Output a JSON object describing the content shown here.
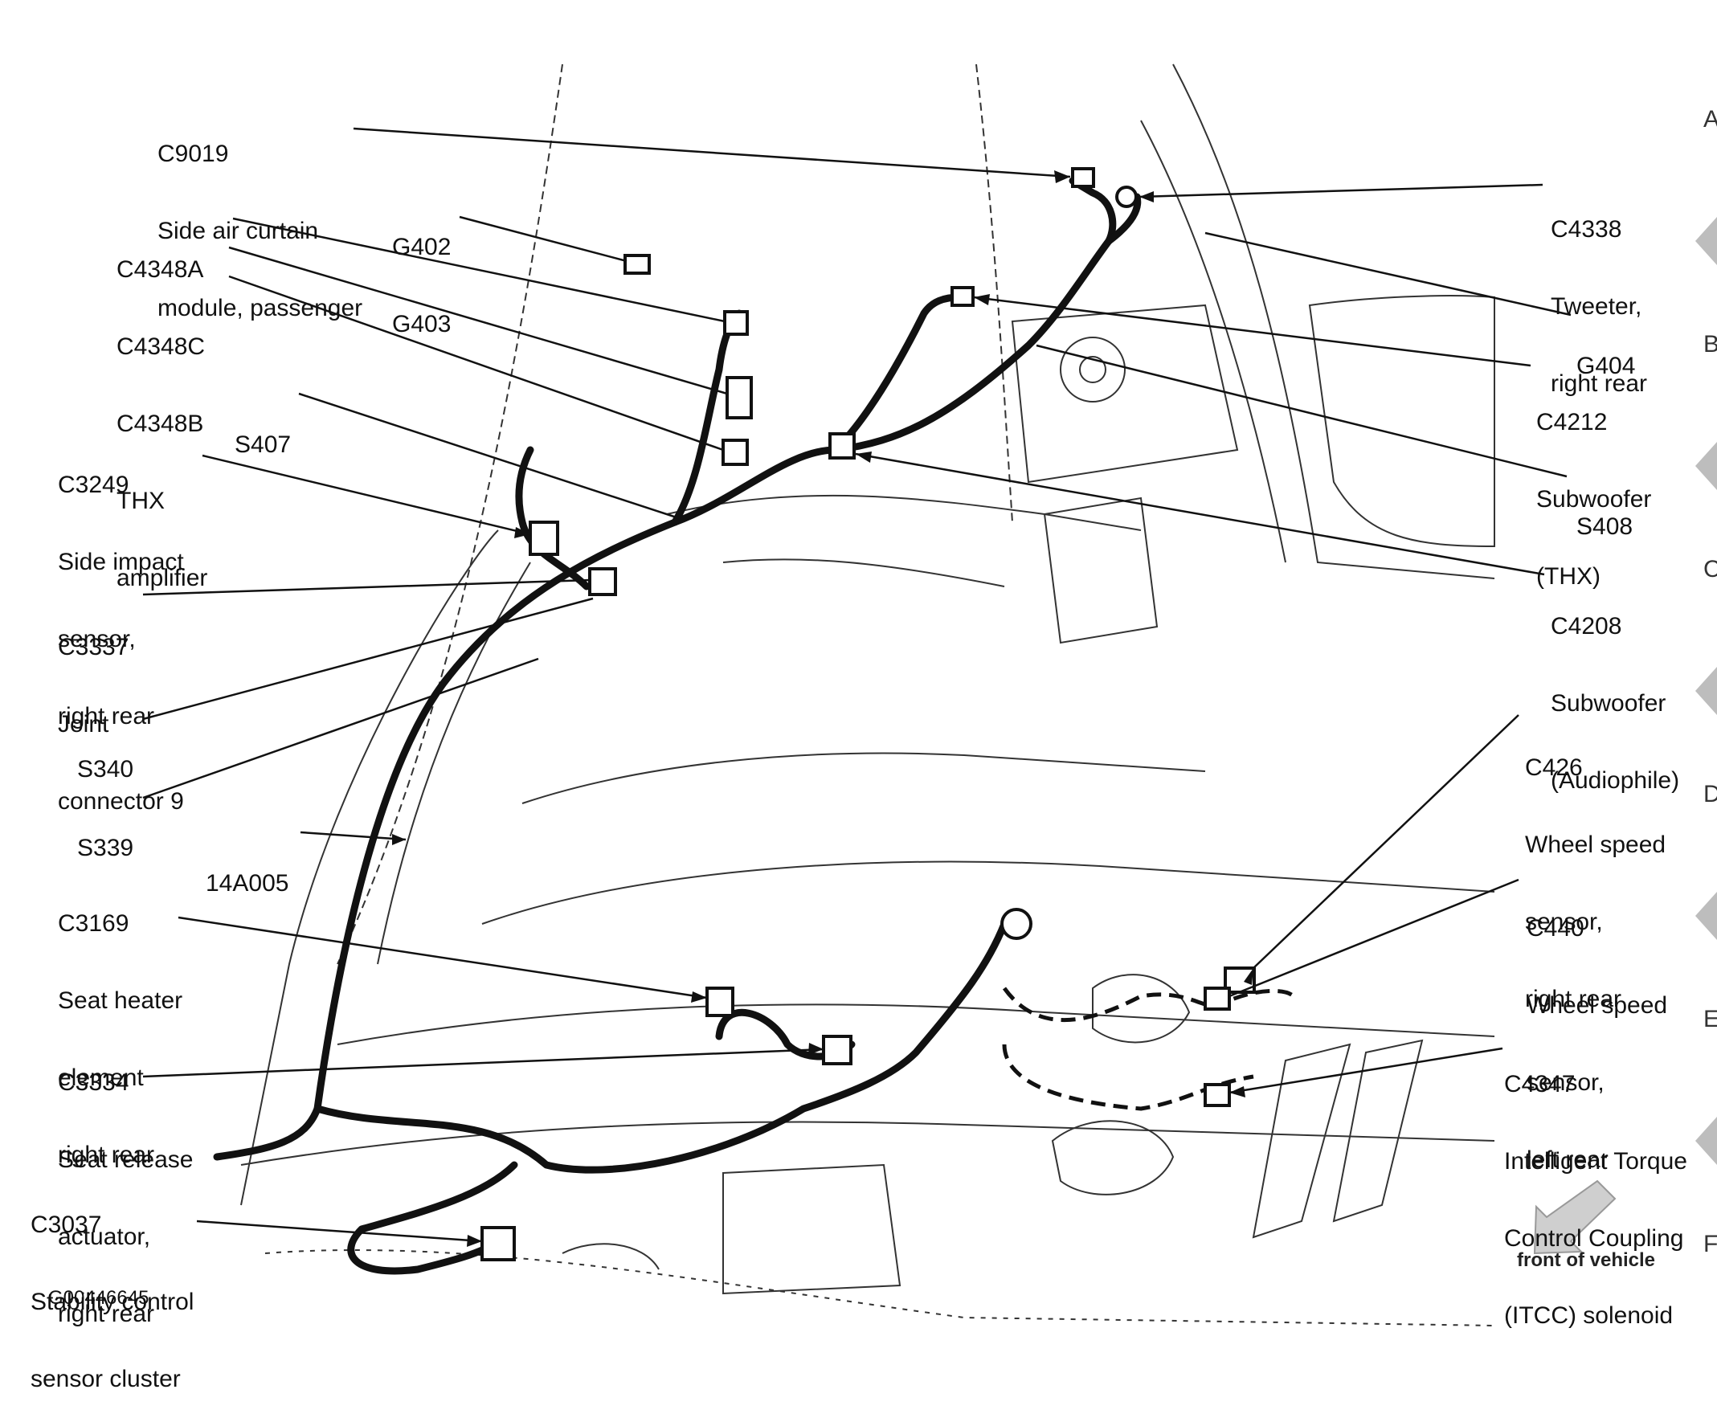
{
  "figure_id": "G00446645",
  "front_of_vehicle": "front of vehicle",
  "grid_letters": [
    "A",
    "B",
    "C",
    "D",
    "E",
    "F"
  ],
  "labels": {
    "c9019": [
      "C9019",
      "Side air curtain",
      "module, passenger"
    ],
    "g402_g403": [
      "G402",
      "G403"
    ],
    "c4348": [
      "C4348A",
      "C4348C",
      "C4348B",
      "THX",
      "amplifier"
    ],
    "s407": [
      "S407"
    ],
    "c3249": [
      "C3249",
      "Side impact",
      "sensor,",
      "right rear"
    ],
    "c3337": [
      "C3337",
      "Joint",
      "connector 9"
    ],
    "s340": [
      "S340"
    ],
    "s339": [
      "S339"
    ],
    "harness_14a005": [
      "14A005"
    ],
    "c3169": [
      "C3169",
      "Seat heater",
      "element",
      "right rear"
    ],
    "c3334": [
      "C3334",
      "Seat release",
      "actuator,",
      "right rear"
    ],
    "c3037": [
      "C3037",
      "Stability control",
      "sensor cluster"
    ],
    "c4338": [
      "C4338",
      "Tweeter,",
      "right rear"
    ],
    "g404": [
      "G404"
    ],
    "c4212": [
      "C4212",
      "Subwoofer",
      "(THX)"
    ],
    "s408": [
      "S408"
    ],
    "c4208": [
      "C4208",
      "Subwoofer",
      "(Audiophile)"
    ],
    "c426": [
      "C426",
      "Wheel speed",
      "sensor,",
      "right rear"
    ],
    "c440": [
      "C440",
      "Wheel speed",
      "sensor,",
      "left rear"
    ],
    "c4347": [
      "C4347",
      "Intelligent Torque",
      "Control Coupling",
      "(ITCC) solenoid"
    ]
  }
}
